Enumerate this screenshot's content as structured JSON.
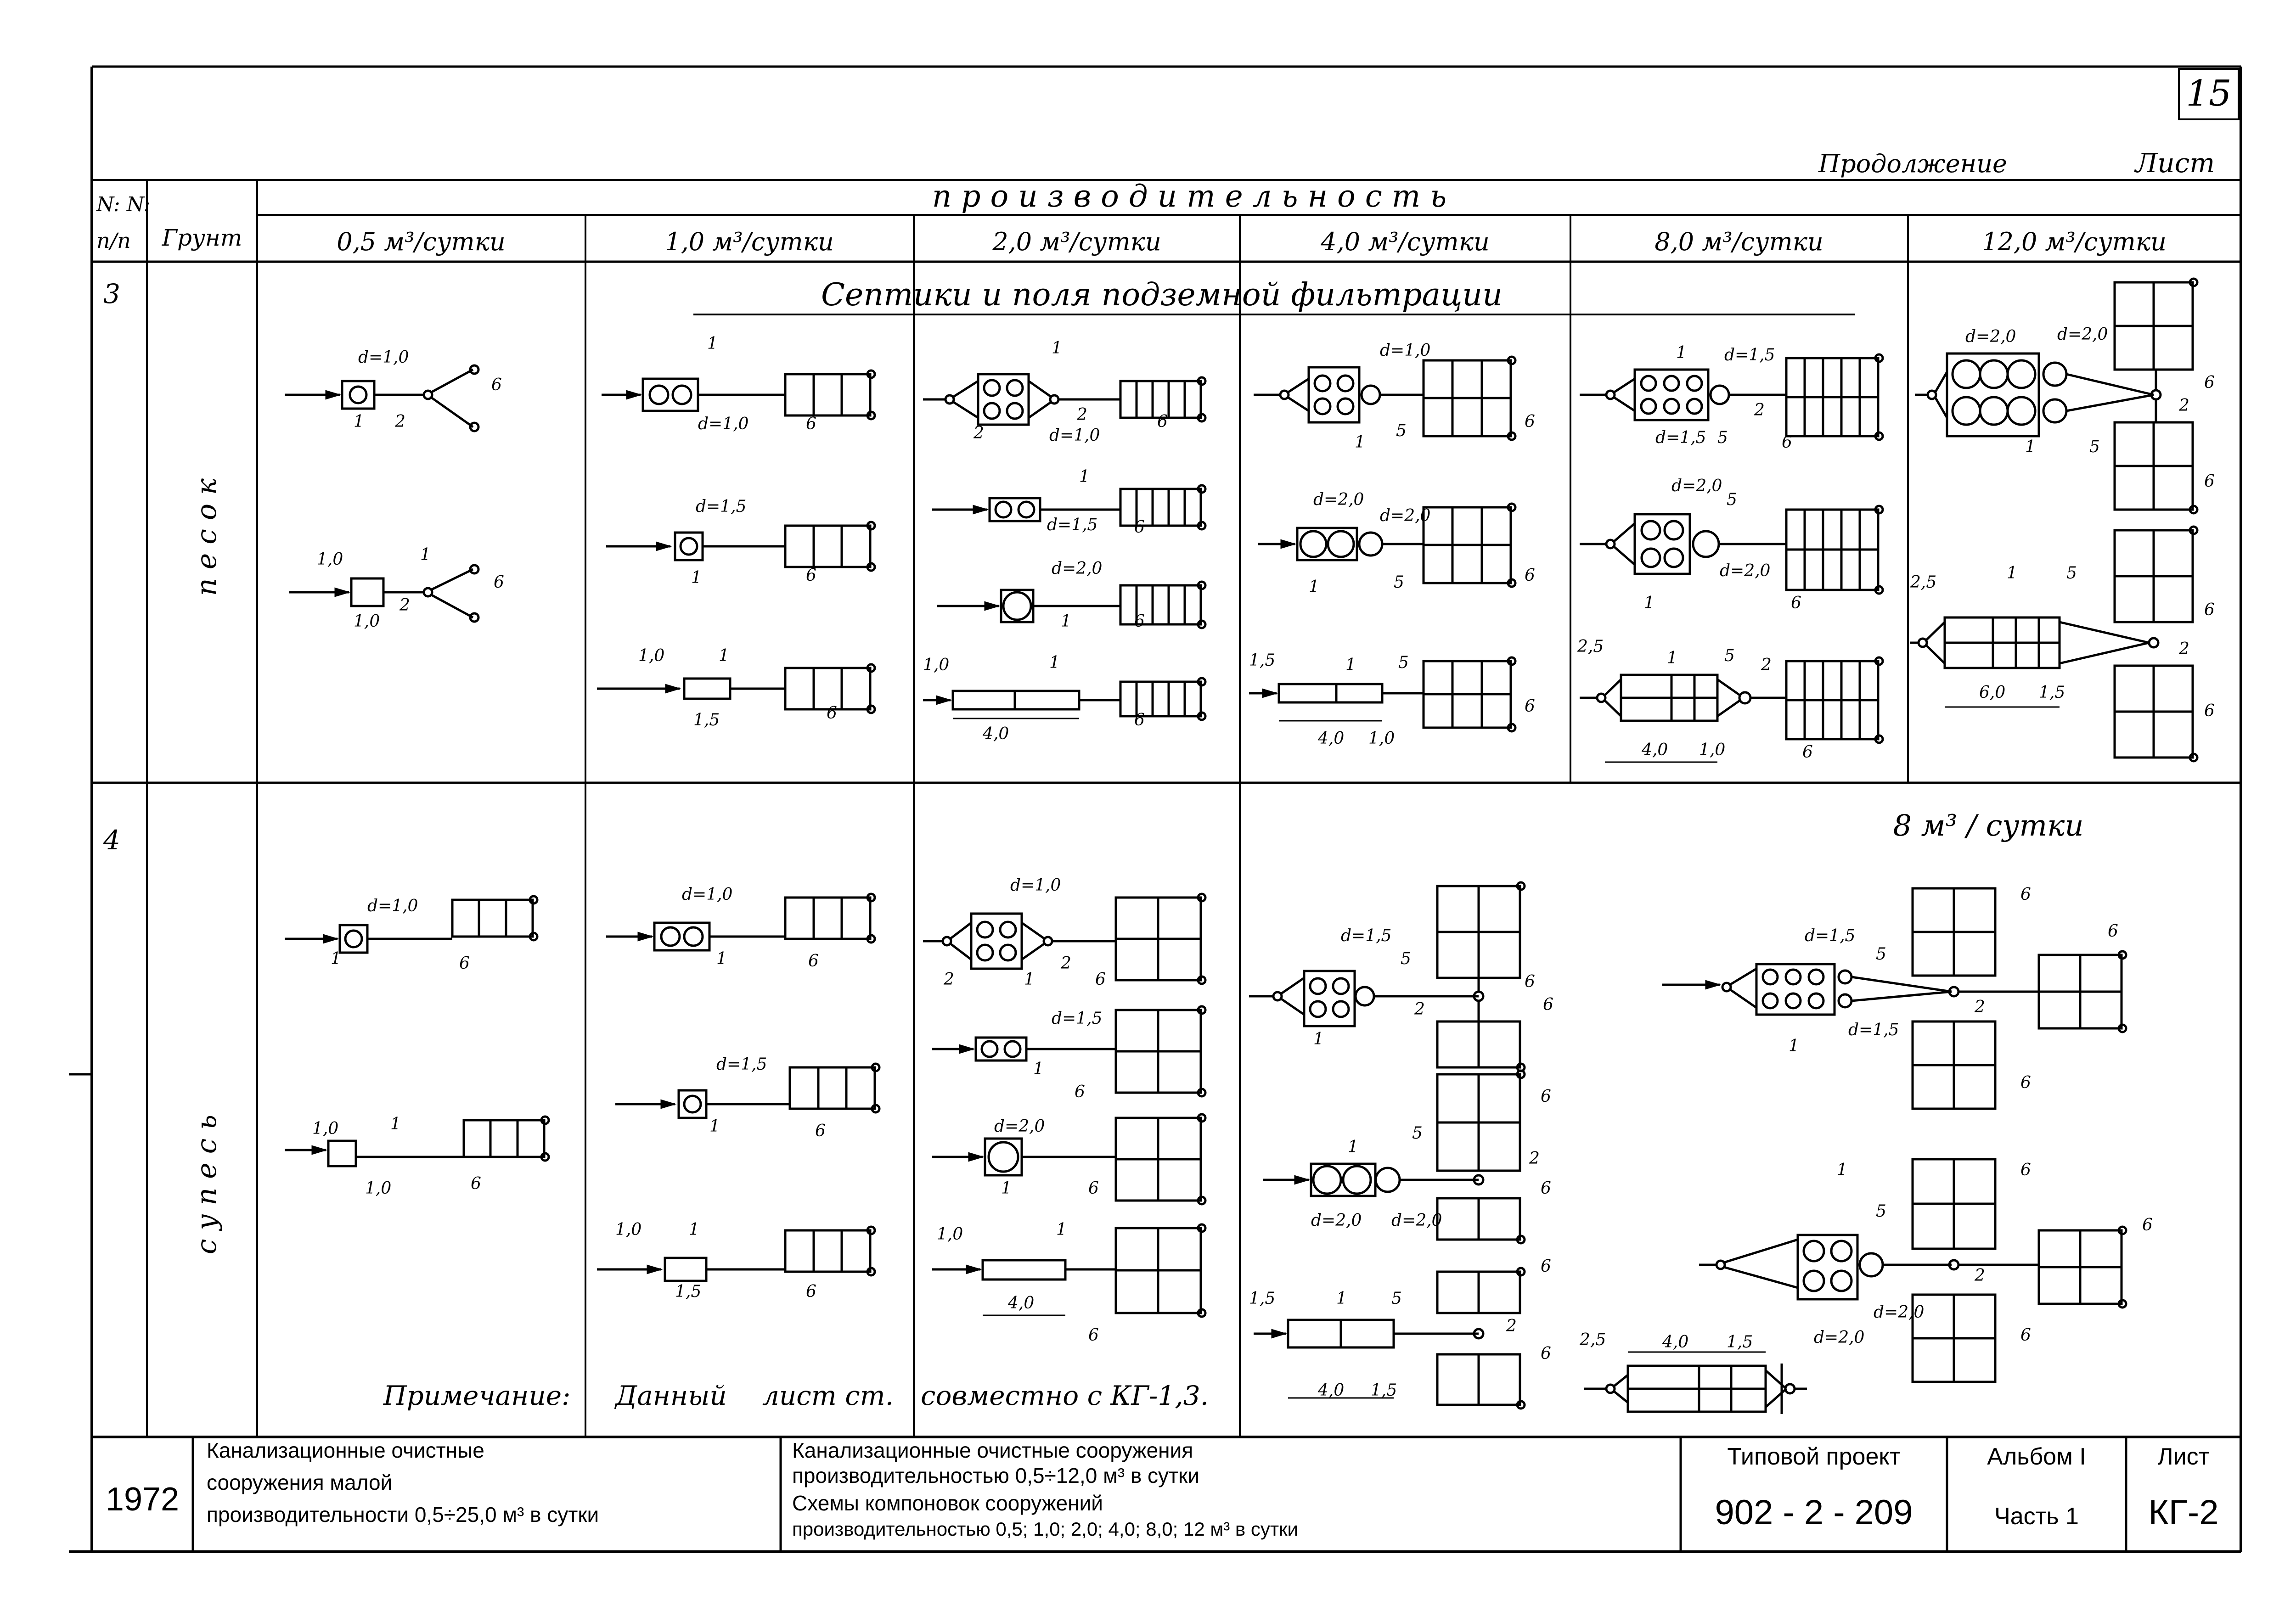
{
  "sheet": {
    "page_number": "15",
    "continuation": "Продолжение",
    "sheet_word": "Лист"
  },
  "header": {
    "num_col_line1": "N: N:",
    "num_col_line2": "п/п",
    "soil_col": "Грунт",
    "productivity": "п р о и з в о д и т е л ь н о с т ь",
    "capacities": [
      "0,5 м³/сутки",
      "1,0 м³/сутки",
      "2,0 м³/сутки",
      "4,0 м³/сутки",
      "8,0 м³/сутки",
      "12,0 м³/сутки"
    ]
  },
  "rows": [
    {
      "number": "3",
      "soil": "п е с о к",
      "section_title": "Септики  и  поля  подземной  фильтрации"
    },
    {
      "number": "4",
      "soil": "с у п е с ь",
      "note_8m3": "8 м³ / сутки"
    }
  ],
  "note": {
    "label": "Примечание:",
    "parts": [
      "Данный",
      "лист  ст.",
      "совместно  с  КГ-1,3."
    ]
  },
  "labels": {
    "n1": "1",
    "n2": "2",
    "n5": "5",
    "n6": "6",
    "d10": "d=1,0",
    "d15": "d=1,5",
    "d20": "d=2,0",
    "s10": "1,0",
    "s15": "1,5",
    "s25": "2,5",
    "s40": "4,0",
    "s60": "6,0"
  },
  "title_block": {
    "year": "1972",
    "left_line1": "Канализационные  очистные",
    "left_line2": "сооружения    малой",
    "left_line3": "производительности  0,5÷25,0 м³ в сутки",
    "mid_line1": "Канализационные  очистные  сооружения",
    "mid_line2": "производительностью  0,5÷12,0 м³  в сутки",
    "mid_line3": "Схемы  компоновок  сооружений",
    "mid_line4": "производительностью  0,5; 1,0; 2,0; 4,0; 8,0; 12  м³  в сутки",
    "project_label": "Типовой  проект",
    "project_number": "902 - 2 - 209",
    "album_label": "Альбом  I",
    "part_label": "Часть   1",
    "sheet_label": "Лист",
    "sheet_code": "КГ-2"
  }
}
